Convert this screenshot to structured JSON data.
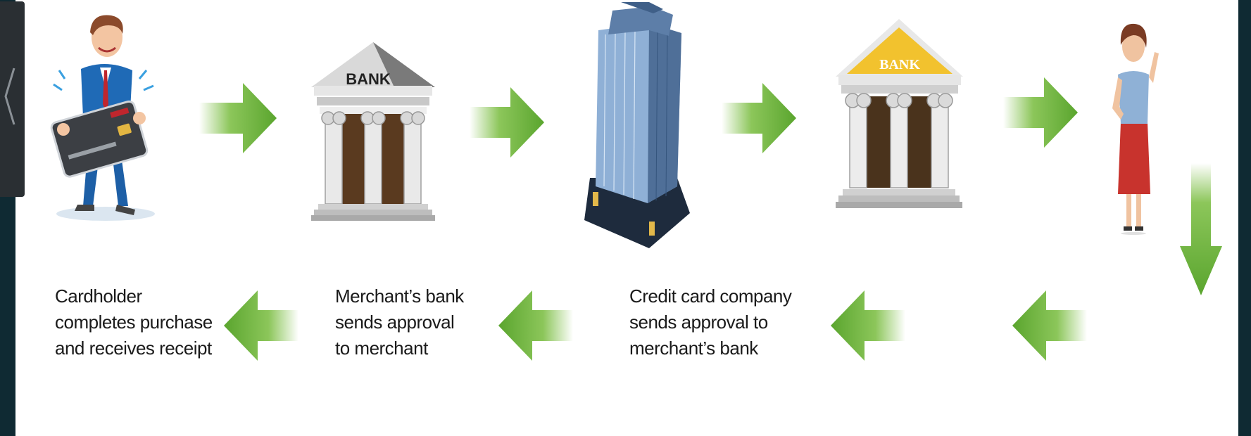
{
  "colors": {
    "arrow_green": "#6ab23a",
    "arrow_green_light": "#a8d46f",
    "bank_gold": "#f2c22e",
    "bank_gray": "#9a9a9a",
    "building_blue": "#6f8fb8",
    "frame_dark": "#0f2a33"
  },
  "icons": {
    "cardholder": "man-holding-credit-card-icon",
    "merchant_bank": "bank-building-gray-icon",
    "card_company": "office-tower-icon",
    "issuing_bank": "bank-building-gold-icon",
    "merchant": "woman-merchant-icon"
  },
  "top_row": {
    "merchant_bank_sign": "BANK",
    "issuing_bank_sign": "BANK"
  },
  "steps": [
    {
      "text": "Cardholder\ncompletes purchase\nand receives receipt"
    },
    {
      "text": "Merchant’s bank\nsends approval\nto merchant"
    },
    {
      "text": "Credit card company\nsends approval to\nmerchant’s bank"
    }
  ]
}
